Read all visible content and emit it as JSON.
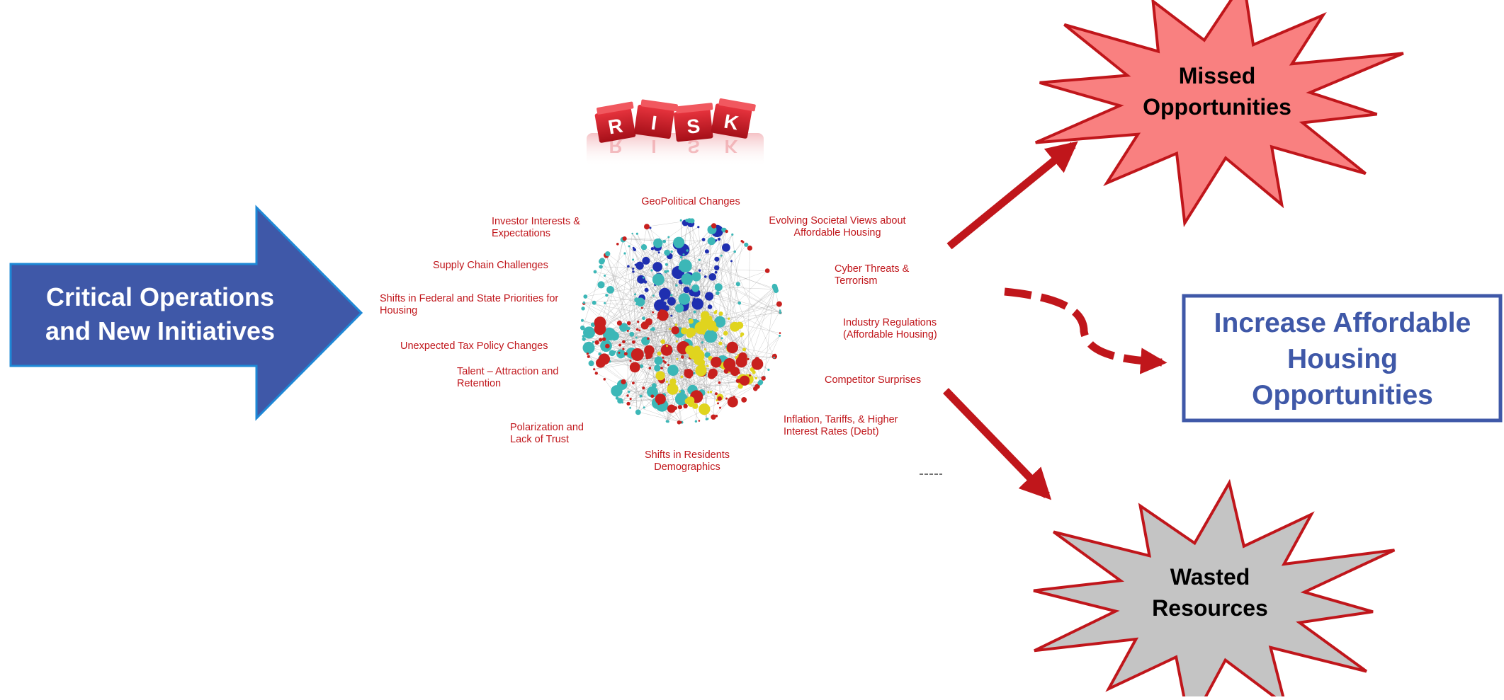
{
  "left_arrow": {
    "line1": "Critical Operations",
    "line2": "and New Initiatives",
    "fill_color": "#3f58a8",
    "text_color": "#ffffff"
  },
  "risk_cubes": {
    "letters": [
      "R",
      "I",
      "S",
      "K"
    ],
    "reflection_letters": [
      "R",
      "I",
      "S",
      "K"
    ],
    "color": "#d11d2a"
  },
  "risk_factors": [
    {
      "lines": [
        "GeoPolitical Changes"
      ]
    },
    {
      "lines": [
        "Evolving Societal Views about",
        "Affordable Housing"
      ]
    },
    {
      "lines": [
        "Cyber Threats &",
        "Terrorism"
      ]
    },
    {
      "lines": [
        "Industry Regulations",
        "(Affordable Housing)"
      ]
    },
    {
      "lines": [
        "Competitor Surprises"
      ]
    },
    {
      "lines": [
        "Inflation, Tariffs, & Higher",
        "Interest Rates (Debt)"
      ]
    },
    {
      "lines": [
        "Shifts in Residents",
        "Demographics"
      ]
    },
    {
      "lines": [
        "Polarization and",
        "Lack of Trust"
      ]
    },
    {
      "lines": [
        "Talent – Attraction and",
        "Retention"
      ]
    },
    {
      "lines": [
        "Unexpected Tax Policy Changes"
      ]
    },
    {
      "lines": [
        "Shifts in Federal and State Priorities for",
        "Housing"
      ]
    },
    {
      "lines": [
        "Supply Chain Challenges"
      ]
    },
    {
      "lines": [
        "Investor Interests &",
        "Expectations"
      ]
    }
  ],
  "network": {
    "cluster_colors": [
      "#1f2fb0",
      "#3cb7b7",
      "#c8201e",
      "#e0d41e"
    ]
  },
  "outcomes": {
    "missed": {
      "line1": "Missed",
      "line2": "Opportunities",
      "fill_color": "#f98080"
    },
    "increase": {
      "line1": "Increase Affordable",
      "line2": "Housing",
      "line3": "Opportunities",
      "text_color": "#3f58a8"
    },
    "wasted": {
      "line1": "Wasted",
      "line2": "Resources",
      "fill_color": "#c4c4c4"
    }
  },
  "arrow_color": "#c0161b"
}
